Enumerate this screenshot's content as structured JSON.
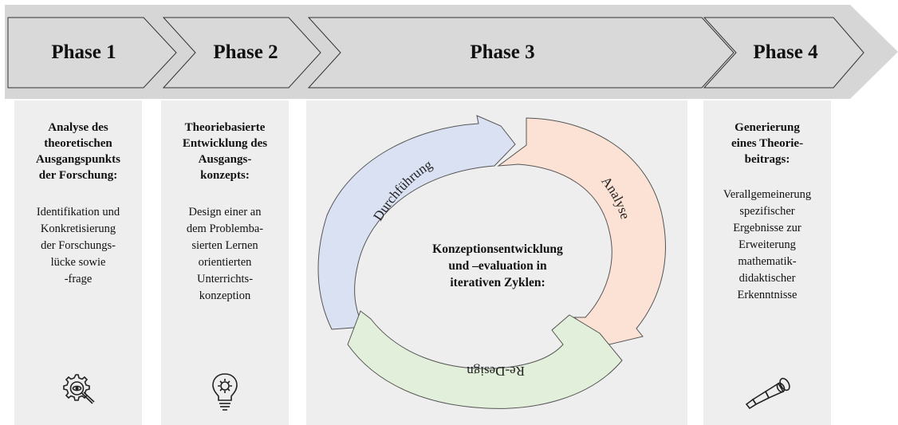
{
  "phases": [
    {
      "label": "Phase 1"
    },
    {
      "label": "Phase 2"
    },
    {
      "label": "Phase 3"
    },
    {
      "label": "Phase 4"
    }
  ],
  "columns": [
    {
      "heading": [
        "Analyse des",
        "theoretischen",
        "Ausgangspunkts",
        "der Forschung:"
      ],
      "body": [
        "Identifikation und",
        "Konkretisierung",
        "der Forschungs-",
        "lücke sowie",
        "-frage"
      ],
      "icon": "gear-magnifier-icon"
    },
    {
      "heading": [
        "Theoriebasierte",
        "Entwicklung des",
        "Ausgangs-",
        "konzepts:"
      ],
      "body": [
        "Design einer an",
        "dem Problemba-",
        "sierten Lernen",
        "orientierten",
        "Unterrichts-",
        "konzeption"
      ],
      "icon": "lightbulb-gear-icon"
    },
    {
      "icon": "none"
    },
    {
      "heading": [
        "Generierung",
        "eines Theorie-",
        "beitrags:"
      ],
      "body": [
        "Verallgemeinerung",
        "spezifischer",
        "Ergebnisse zur",
        "Erweiterung",
        "mathematik-",
        "didaktischer",
        "Erkenntnisse"
      ],
      "icon": "telescope-icon"
    }
  ],
  "cycle": {
    "center": [
      "Konzeptionsentwicklung",
      "und –evaluation in",
      "iterativen Zyklen:"
    ],
    "arrows": [
      {
        "label": "Durchführung",
        "color": "#d9e1f2"
      },
      {
        "label": "Analyse",
        "color": "#fbe2d5"
      },
      {
        "label": "Re-Design",
        "color": "#e2efda"
      }
    ]
  },
  "colors": {
    "band": "#d6d6d6",
    "column": "#eeeeee",
    "chevron_fill": "#d9d9d9",
    "chevron_stroke": "#333333"
  }
}
